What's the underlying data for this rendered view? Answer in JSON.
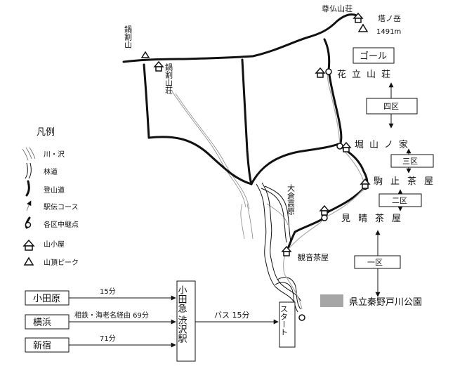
{
  "peaks": {
    "tonodake": {
      "name": "塔ノ岳",
      "elevation": "1491m"
    },
    "nabewariyama": {
      "name": "鍋割山"
    }
  },
  "huts": {
    "sonbutsu": "尊仏山荘",
    "nabewari": "鍋割山荘",
    "hanatate": "花立山荘",
    "horiyama": "堀山ノ家",
    "komadome": "駒止茶屋",
    "miharashi": "見晴茶屋",
    "kannon": "観音茶屋"
  },
  "places": {
    "okurakogen": "大倉高原",
    "park": "県立秦野戸川公園"
  },
  "course": {
    "goal": "ゴール",
    "start": "スタート",
    "sections": [
      "一区",
      "二区",
      "三区",
      "四区"
    ]
  },
  "legend": {
    "title": "凡例",
    "items": [
      "川・沢",
      "林道",
      "登山道",
      "駅伝コース",
      "各区中継点",
      "山小屋",
      "山頂ピーク"
    ]
  },
  "access": {
    "origins": [
      {
        "name": "小田原",
        "time": "15分"
      },
      {
        "name": "横浜",
        "time": "相鉄・海老名経由 69分"
      },
      {
        "name": "新宿",
        "time": "71分"
      }
    ],
    "station": "小田急 渋沢駅",
    "bus": "バス 15分"
  },
  "colors": {
    "park_swatch": "#a6a6a6"
  }
}
